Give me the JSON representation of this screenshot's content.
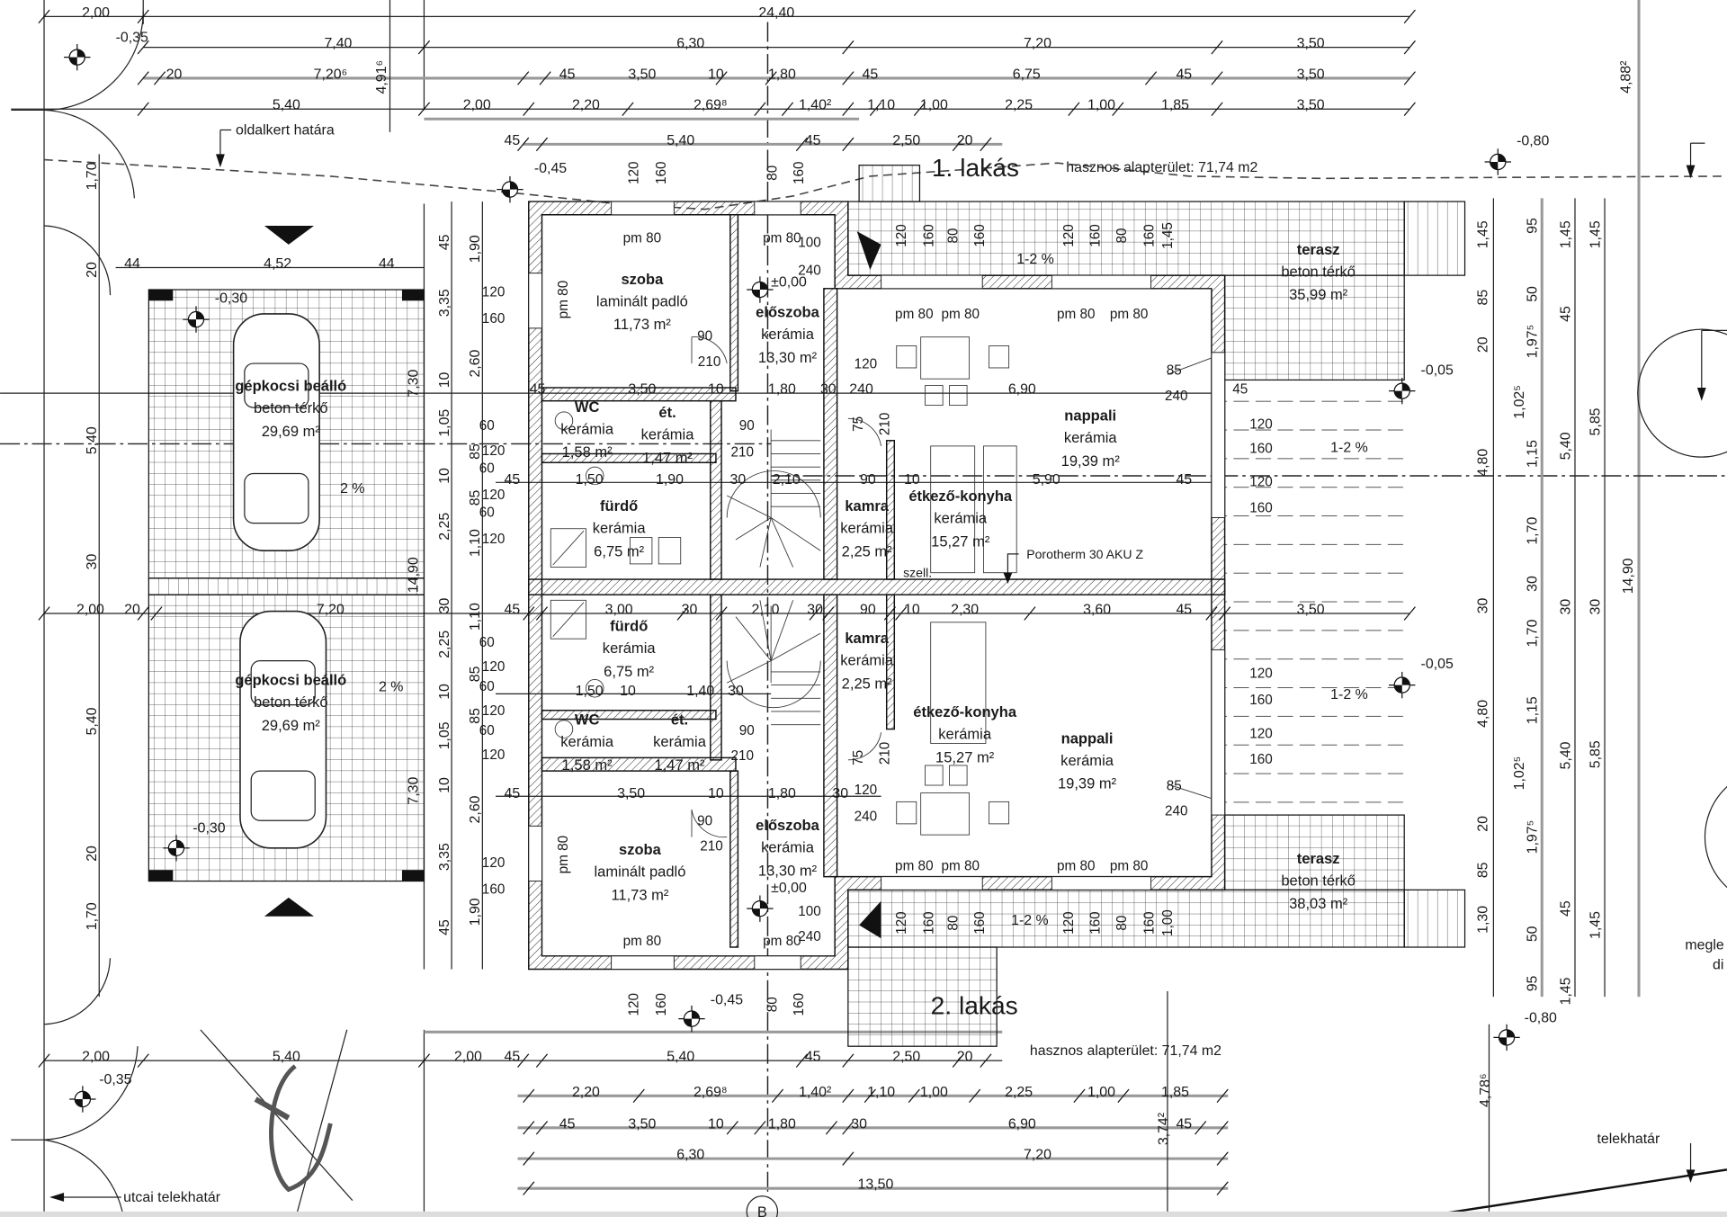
{
  "annotations": {
    "side_garden_boundary": "oldalkert határa",
    "unit1_title": "1. lakás",
    "unit1_area": "hasznos alapterület: 71,74 m2",
    "unit2_title": "2. lakás",
    "unit2_area": "hasznos alapterület: 71,74 m2",
    "wall_type": "Porotherm 30 AKU Z",
    "ventilation": "szell.",
    "street_boundary": "utcai telekhatár",
    "plot_boundary": "telekhatár",
    "existing_1": "megle",
    "existing_2": "di",
    "axis_b": "B"
  },
  "slopes": [
    "2 %",
    "2 %",
    "1-2 %",
    "1-2 %",
    "1-2 %",
    "1-2 %"
  ],
  "levels": [
    "-0,35",
    "-0,45",
    "-0,30",
    "±0,00",
    "-0,80",
    "-0,05",
    "-0,05",
    "-0,30",
    "±0,00",
    "-0,45",
    "-0,80",
    "-0,35"
  ],
  "unit1": {
    "szoba": {
      "name": "szoba",
      "floor": "laminált padló",
      "area": "11,73 m²"
    },
    "eloszoba": {
      "name": "előszoba",
      "floor": "kerámia",
      "area": "13,30 m²"
    },
    "wc": {
      "name": "WC",
      "floor": "kerámia",
      "area": "1,58 m²"
    },
    "et": {
      "name": "ét.",
      "floor": "kerámia",
      "area": "1,47 m²"
    },
    "furdo": {
      "name": "fürdő",
      "floor": "kerámia",
      "area": "6,75 m²"
    },
    "kamra": {
      "name": "kamra",
      "floor": "kerámia",
      "area": "2,25 m²"
    },
    "etkezo": {
      "name": "étkező-konyha",
      "floor": "kerámia",
      "area": "15,27 m²"
    },
    "nappali": {
      "name": "nappali",
      "floor": "kerámia",
      "area": "19,39 m²"
    },
    "terasz": {
      "name": "terasz",
      "floor": "beton térkő",
      "area": "35,99 m²"
    },
    "parking": {
      "name": "gépkocsi beálló",
      "floor": "beton térkő",
      "area": "29,69 m²"
    }
  },
  "unit2": {
    "szoba": {
      "name": "szoba",
      "floor": "laminált padló",
      "area": "11,73 m²"
    },
    "eloszoba": {
      "name": "előszoba",
      "floor": "kerámia",
      "area": "13,30 m²"
    },
    "wc": {
      "name": "WC",
      "floor": "kerámia",
      "area": "1,58 m²"
    },
    "et": {
      "name": "ét.",
      "floor": "kerámia",
      "area": "1,47 m²"
    },
    "furdo": {
      "name": "fürdő",
      "floor": "kerámia",
      "area": "6,75 m²"
    },
    "kamra": {
      "name": "kamra",
      "floor": "kerámia",
      "area": "2,25 m²"
    },
    "etkezo": {
      "name": "étkező-konyha",
      "floor": "kerámia",
      "area": "15,27 m²"
    },
    "nappali": {
      "name": "nappali",
      "floor": "kerámia",
      "area": "19,39 m²"
    },
    "terasz": {
      "name": "terasz",
      "floor": "beton térkő",
      "area": "38,03 m²"
    },
    "parking": {
      "name": "gépkocsi beálló",
      "floor": "beton térkő",
      "area": "29,69 m²"
    }
  },
  "dims": {
    "top_r0": [
      "2,00",
      "24,40"
    ],
    "top_r1": [
      "7,40",
      "6,30",
      "7,20",
      "3,50"
    ],
    "top_r2": [
      "20",
      "7,20⁶",
      "45",
      "3,50",
      "10",
      "1,80",
      "45",
      "6,75",
      "45",
      "3,50"
    ],
    "top_r3": [
      "5,40",
      "2,00",
      "2,20",
      "2,69⁸",
      "1,40²",
      "1,10",
      "1,00",
      "2,25",
      "1,00",
      "1,85",
      "3,50"
    ],
    "top_r4": [
      "45",
      "5,40",
      "45",
      "2,50",
      "20"
    ],
    "parking": [
      "44",
      "4,52",
      "44"
    ],
    "mid_r": [
      "2,00",
      "20",
      "7,20",
      "45",
      "3,00",
      "30",
      "2,10",
      "30",
      "90",
      "10",
      "2,30",
      "3,60",
      "45",
      "3,50"
    ],
    "u1_in1": [
      "45",
      "3,50",
      "10",
      "1,80",
      "30",
      "240",
      "6,90"
    ],
    "u1_in2": [
      "45",
      "1,50",
      "1,90",
      "30",
      "2,10",
      "90",
      "10",
      "5,90",
      "45"
    ],
    "u2_in1": [
      "1,50",
      "10",
      "1,40",
      "30"
    ],
    "u2_in2": [
      "45",
      "3,50",
      "10",
      "1,80",
      "30"
    ],
    "bot_r0": [
      "2,00",
      "5,40",
      "2,00",
      "45",
      "5,40",
      "45",
      "2,50",
      "20"
    ],
    "bot_r1": [
      "2,20",
      "2,69⁸",
      "1,40²",
      "1,10",
      "1,00",
      "2,25",
      "1,00",
      "1,85"
    ],
    "bot_r2": [
      "45",
      "3,50",
      "10",
      "1,80",
      "30",
      "6,90",
      "45"
    ],
    "bot_r3": [
      "6,30",
      "7,20"
    ],
    "bot_r4": [
      "13,50"
    ],
    "left_v": [
      "1,70",
      "20",
      "5,40",
      "30",
      "5,40",
      "20",
      "1,70"
    ],
    "park_v1": [
      "45",
      "3,35",
      "10",
      "1,05",
      "10",
      "2,25",
      "30",
      "2,25",
      "10",
      "1,05",
      "10",
      "3,35",
      "45"
    ],
    "park_v2": [
      "1,90",
      "2,60",
      "85",
      "85",
      "1,10",
      "1,10",
      "85",
      "85",
      "2,60",
      "1,90"
    ],
    "park_v3": [
      "7,30",
      "14,90",
      "7,30"
    ],
    "right_v1": [
      "1,45",
      "85",
      "20",
      "4,80",
      "30",
      "4,80",
      "20",
      "85",
      "1,30"
    ],
    "right_v2": [
      "95",
      "50",
      "1,97⁵",
      "1,15",
      "1,70",
      "30",
      "1,70",
      "1,15",
      "1,97⁵",
      "50",
      "95"
    ],
    "right_v2b": [
      "1,02⁵",
      "1,02⁵"
    ],
    "right_v3": [
      "1,45",
      "45",
      "5,40",
      "30",
      "5,40",
      "45",
      "1,45"
    ],
    "right_v4": [
      "1,45",
      "5,85",
      "30",
      "5,85",
      "1,45"
    ],
    "right_v5": [
      "14,90"
    ],
    "diag": [
      "4,91⁶",
      "4,88²",
      "3,74²",
      "4,78⁶"
    ]
  },
  "openings": {
    "top_front": [
      "120",
      "160",
      "80",
      "160"
    ],
    "top_terrace": [
      "120",
      "160",
      "80",
      "160",
      "120",
      "160",
      "80",
      "160",
      "1,45"
    ],
    "bot_terrace": [
      "120",
      "160",
      "80",
      "160",
      "120",
      "160",
      "80",
      "160",
      "1,00"
    ],
    "bot_front": [
      "120",
      "160",
      "80",
      "160"
    ],
    "left_side": [
      "120",
      "160",
      "60",
      "120",
      "60",
      "120",
      "60",
      "120",
      "60",
      "120",
      "60",
      "120",
      "60",
      "120",
      "120",
      "160"
    ],
    "right_side": [
      "120",
      "160",
      "120",
      "160",
      "120",
      "160",
      "120",
      "160",
      "85",
      "240",
      "85",
      "240",
      "45"
    ],
    "doors": [
      "90",
      "210",
      "90",
      "210",
      "75",
      "210",
      "90",
      "210",
      "90",
      "210",
      "75",
      "210",
      "100",
      "240",
      "100",
      "240",
      "120",
      "120",
      "240"
    ],
    "pm": [
      "pm 80",
      "pm 80",
      "pm 80",
      "pm 80",
      "pm 80",
      "pm 80",
      "pm 80",
      "pm 80",
      "pm 80",
      "pm 80",
      "pm 80",
      "pm 80",
      "pm 80",
      "pm 80"
    ]
  }
}
